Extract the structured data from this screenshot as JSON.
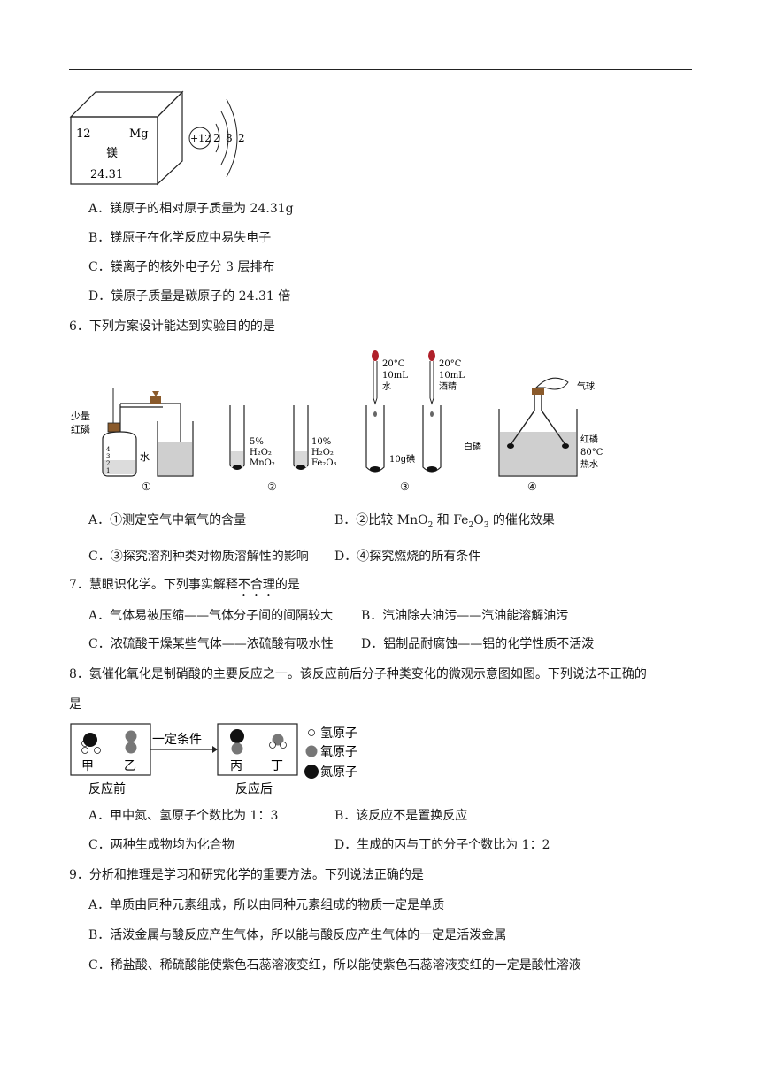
{
  "q5": {
    "element_card": {
      "number": "12",
      "symbol": "Mg",
      "name": "镁",
      "mass": "24.31"
    },
    "atom_structure": {
      "nucleus": "+12",
      "shells": [
        "2",
        "8",
        "2"
      ]
    },
    "options": [
      {
        "text": "A．镁原子的相对原子质量为 24.31g"
      },
      {
        "text": "B．镁原子在化学反应中易失电子"
      },
      {
        "text": "C．镁离子的核外电子分 3 层排布"
      },
      {
        "text": "D．镁原子质量是碳原子的 24.31 倍"
      }
    ]
  },
  "q6": {
    "stem": "6．下列方案设计能达到实验目的的是",
    "fig1": {
      "label_small": "少量",
      "label_p": "红磷",
      "label_water": "水",
      "scale": [
        "4",
        "3",
        "2",
        "1"
      ],
      "caption": "①"
    },
    "fig2": {
      "left": [
        "5%",
        "H₂O₂",
        "MnO₂"
      ],
      "right": [
        "10%",
        "H₂O₂",
        "Fe₂O₃"
      ],
      "caption": "②"
    },
    "fig3": {
      "left": [
        "20°C",
        "10mL",
        "水"
      ],
      "right": [
        "20°C",
        "10mL",
        "酒精"
      ],
      "iodine": "10g碘",
      "caption": "③"
    },
    "fig4": {
      "balloon": "气球",
      "white_p": "白磷",
      "red_p": "红磷",
      "temp": "80°C",
      "hot_water": "热水",
      "caption": "④"
    },
    "options": [
      {
        "text": "A．①测定空气中氧气的含量"
      },
      {
        "prefix": "B．②比较 ",
        "s1": "MnO",
        "sub1": "2",
        "mid": " 和 ",
        "s2": "Fe",
        "sub2": "2",
        "s3": "O",
        "sub3": "3",
        "suffix": " 的催化效果"
      },
      {
        "text": "C．③探究溶剂种类对物质溶解性的影响"
      },
      {
        "text": "D．④探究燃烧的所有条件"
      }
    ]
  },
  "q7": {
    "stem_a": "7．慧眼识化学。下列事实解释",
    "stem_emph": "不合理",
    "stem_b": "的是",
    "options": [
      {
        "text": "A．气体易被压缩——气体分子间的间隔较大"
      },
      {
        "text": "B．汽油除去油污——汽油能溶解油污"
      },
      {
        "text": "C．浓硫酸干燥某些气体——浓硫酸有吸水性"
      },
      {
        "text": "D．铝制品耐腐蚀——铝的化学性质不活泼"
      }
    ]
  },
  "q8": {
    "stem1": "8．氨催化氧化是制硝酸的主要反应之一。该反应前后分子种类变化的微观示意图如图。下列说法不正确的",
    "stem2": "是",
    "diagram": {
      "jia": "甲",
      "yi": "乙",
      "bing": "丙",
      "ding": "丁",
      "condition": "一定条件",
      "before": "反应前",
      "after": "反应后",
      "legend": [
        "氢原子",
        "氧原子",
        "氮原子"
      ]
    },
    "options": [
      {
        "text": "A．甲中氮、氢原子个数比为 1：3"
      },
      {
        "text": "B．该反应不是置换反应"
      },
      {
        "text": "C．两种生成物均为化合物"
      },
      {
        "text": "D．生成的丙与丁的分子个数比为 1：2"
      }
    ]
  },
  "q9": {
    "stem": "9．分析和推理是学习和研究化学的重要方法。下列说法正确的是",
    "options": [
      {
        "text": "A．单质由同种元素组成，所以由同种元素组成的物质一定是单质"
      },
      {
        "text": "B．活泼金属与酸反应产生气体，所以能与酸反应产生气体的一定是活泼金属"
      },
      {
        "text": "C．稀盐酸、稀硫酸能使紫色石蕊溶液变红，所以能使紫色石蕊溶液变红的一定是酸性溶液"
      }
    ]
  }
}
